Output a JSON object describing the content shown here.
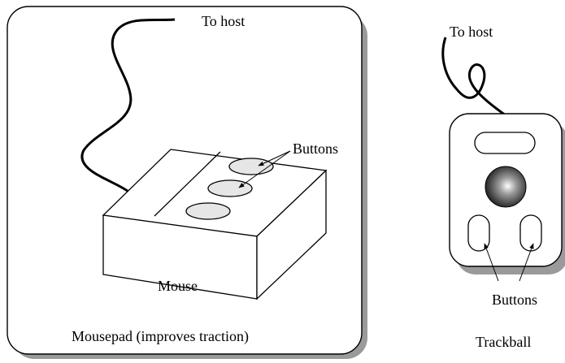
{
  "mouse_panel": {
    "cable_label": "To host",
    "buttons_label": "Buttons",
    "device_label": "Mouse",
    "pad_label": "Mousepad (improves traction)"
  },
  "trackball_panel": {
    "cable_label": "To host",
    "buttons_label": "Buttons",
    "device_label": "Trackball"
  },
  "colors": {
    "stroke": "#000000",
    "shadow": "#9a9a9a",
    "button_fill": "#e6e6e6",
    "background": "#ffffff"
  }
}
